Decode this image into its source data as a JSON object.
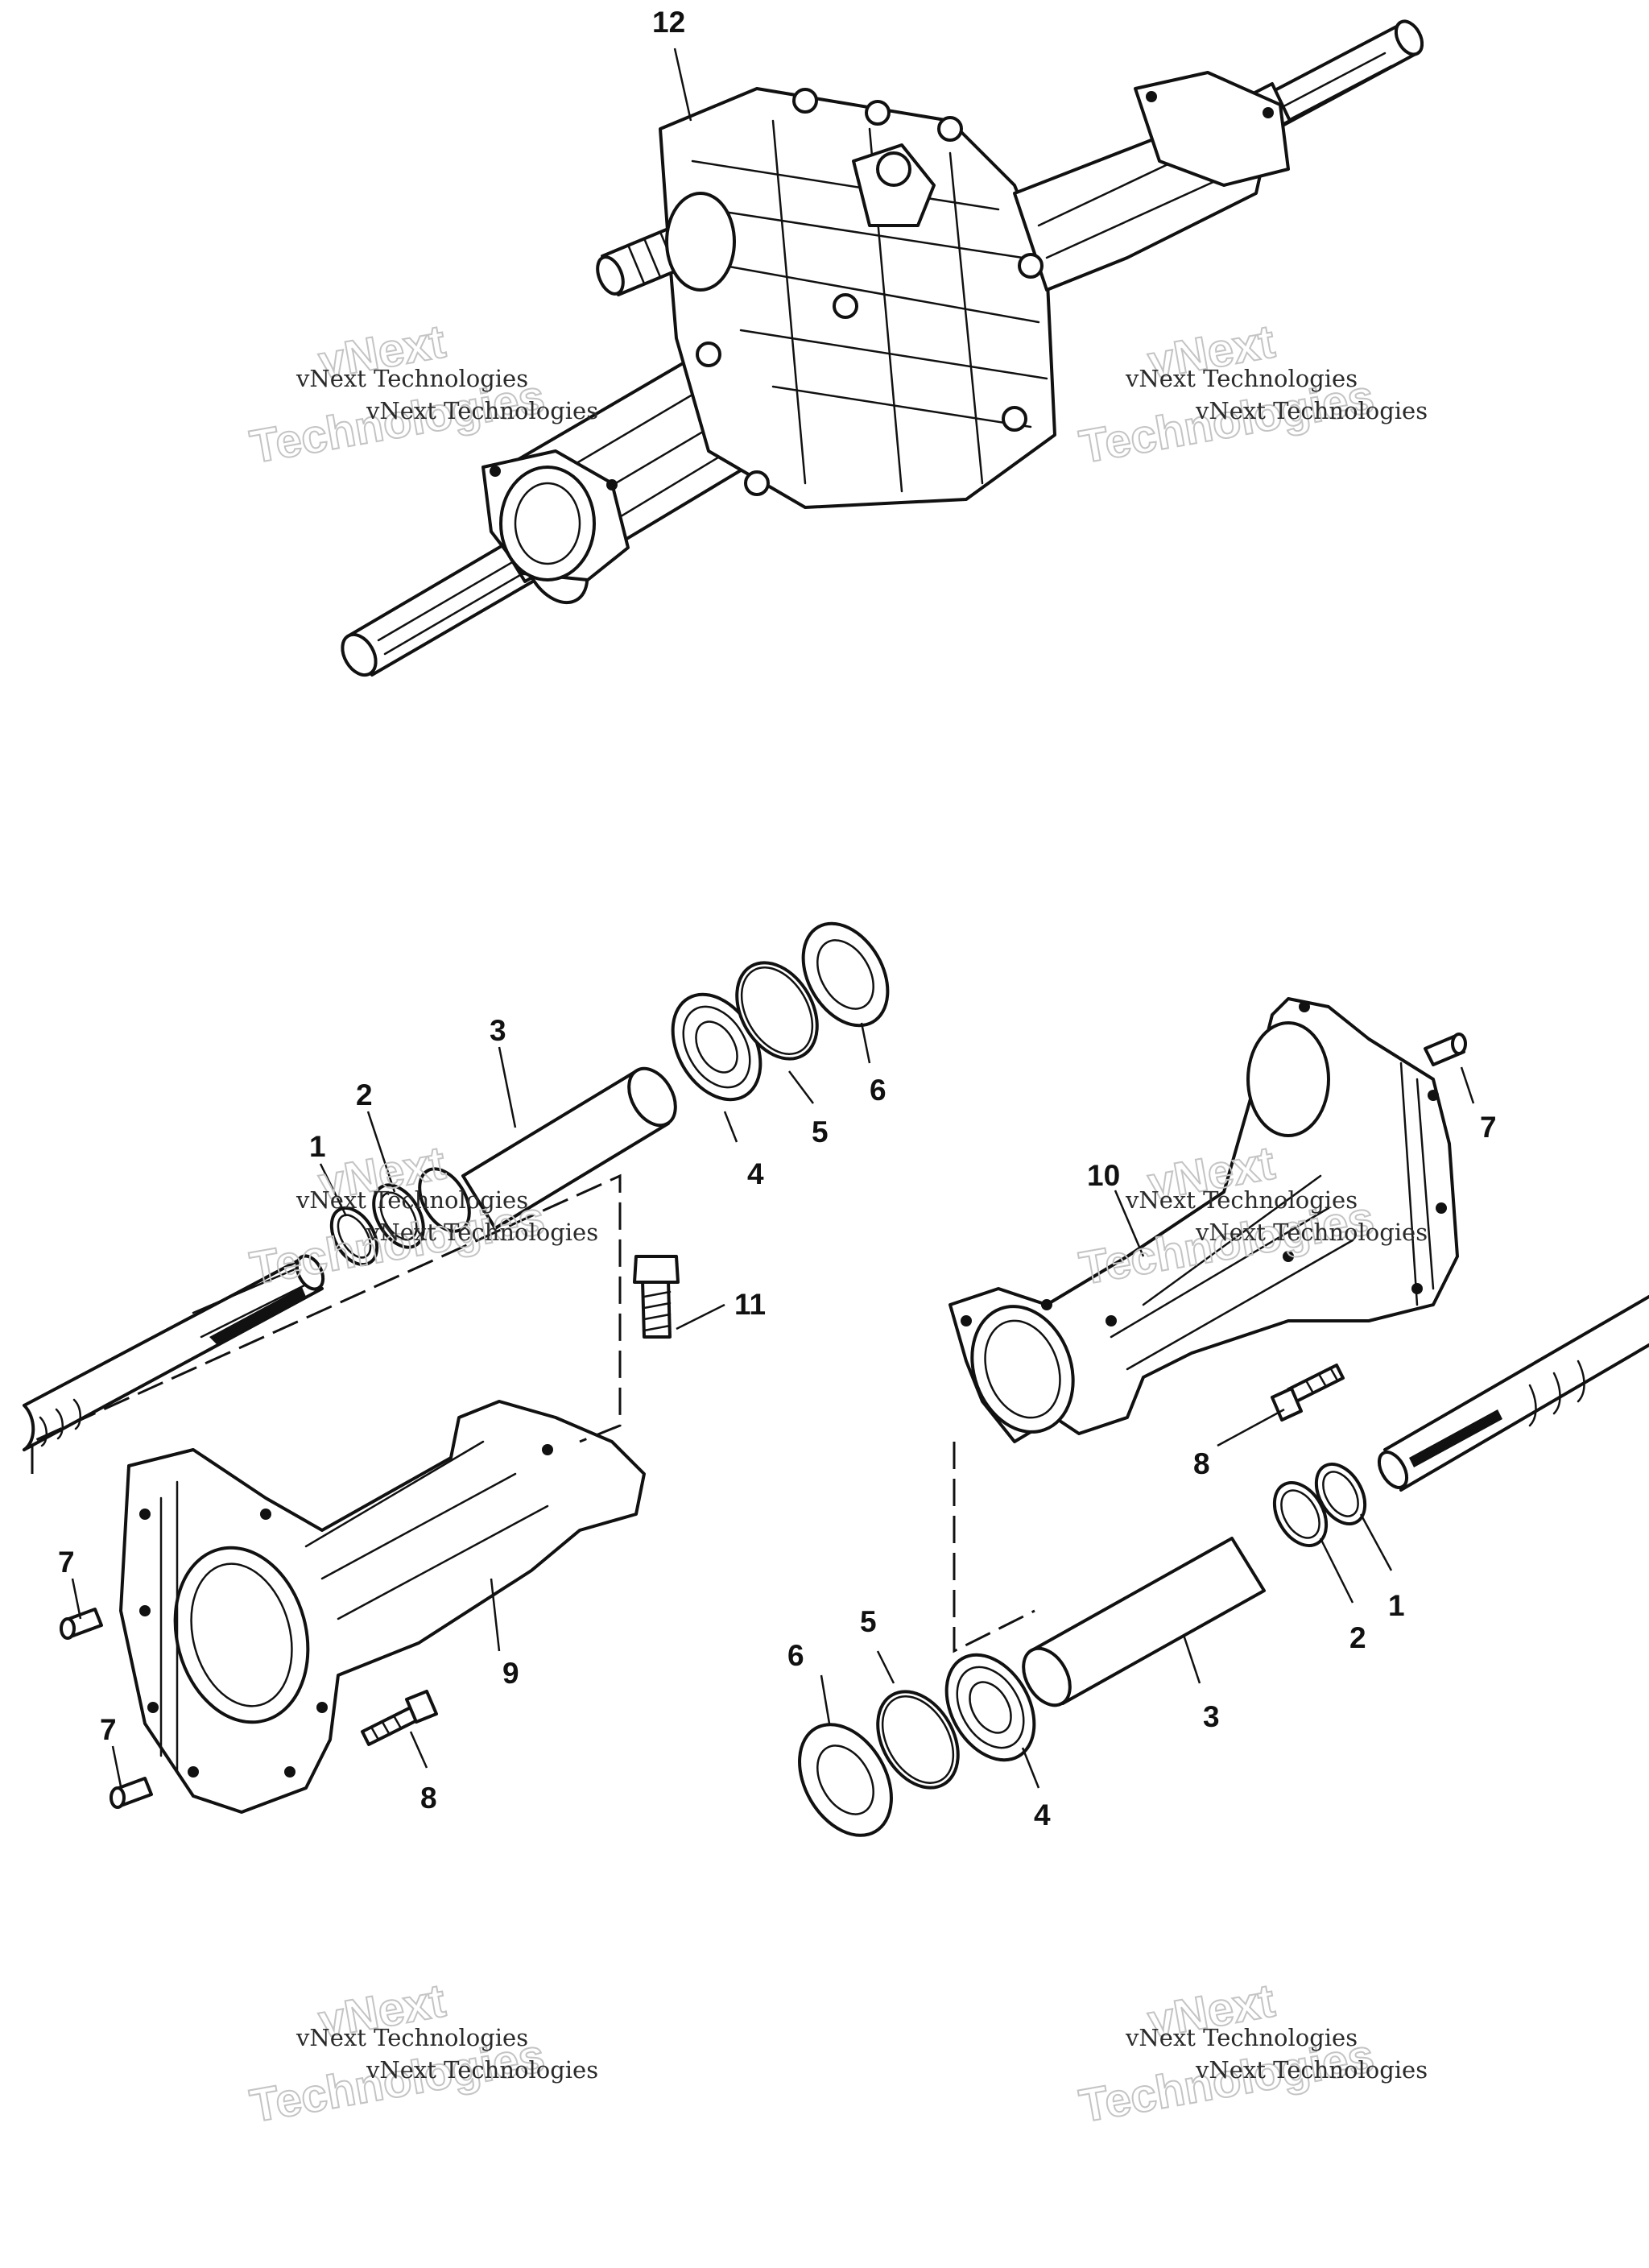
{
  "diagram": {
    "callouts": {
      "c12": "12",
      "c3_left": "3",
      "c2_left": "2",
      "c1_left": "1",
      "c4_left": "4",
      "c5_left": "5",
      "c6_left": "6",
      "c11": "11",
      "c7_left_top": "7",
      "c7_left_bottom": "7",
      "c9": "9",
      "c8_left": "8",
      "c10": "10",
      "c7_right": "7",
      "c8_right": "8",
      "c1_right": "1",
      "c2_right": "2",
      "c3_right": "3",
      "c4_right": "4",
      "c5_right": "5",
      "c6_right": "6"
    },
    "watermark": {
      "line": "vNext Technologies",
      "ghost_top": "vNext",
      "ghost_bottom": "Technologies"
    }
  }
}
